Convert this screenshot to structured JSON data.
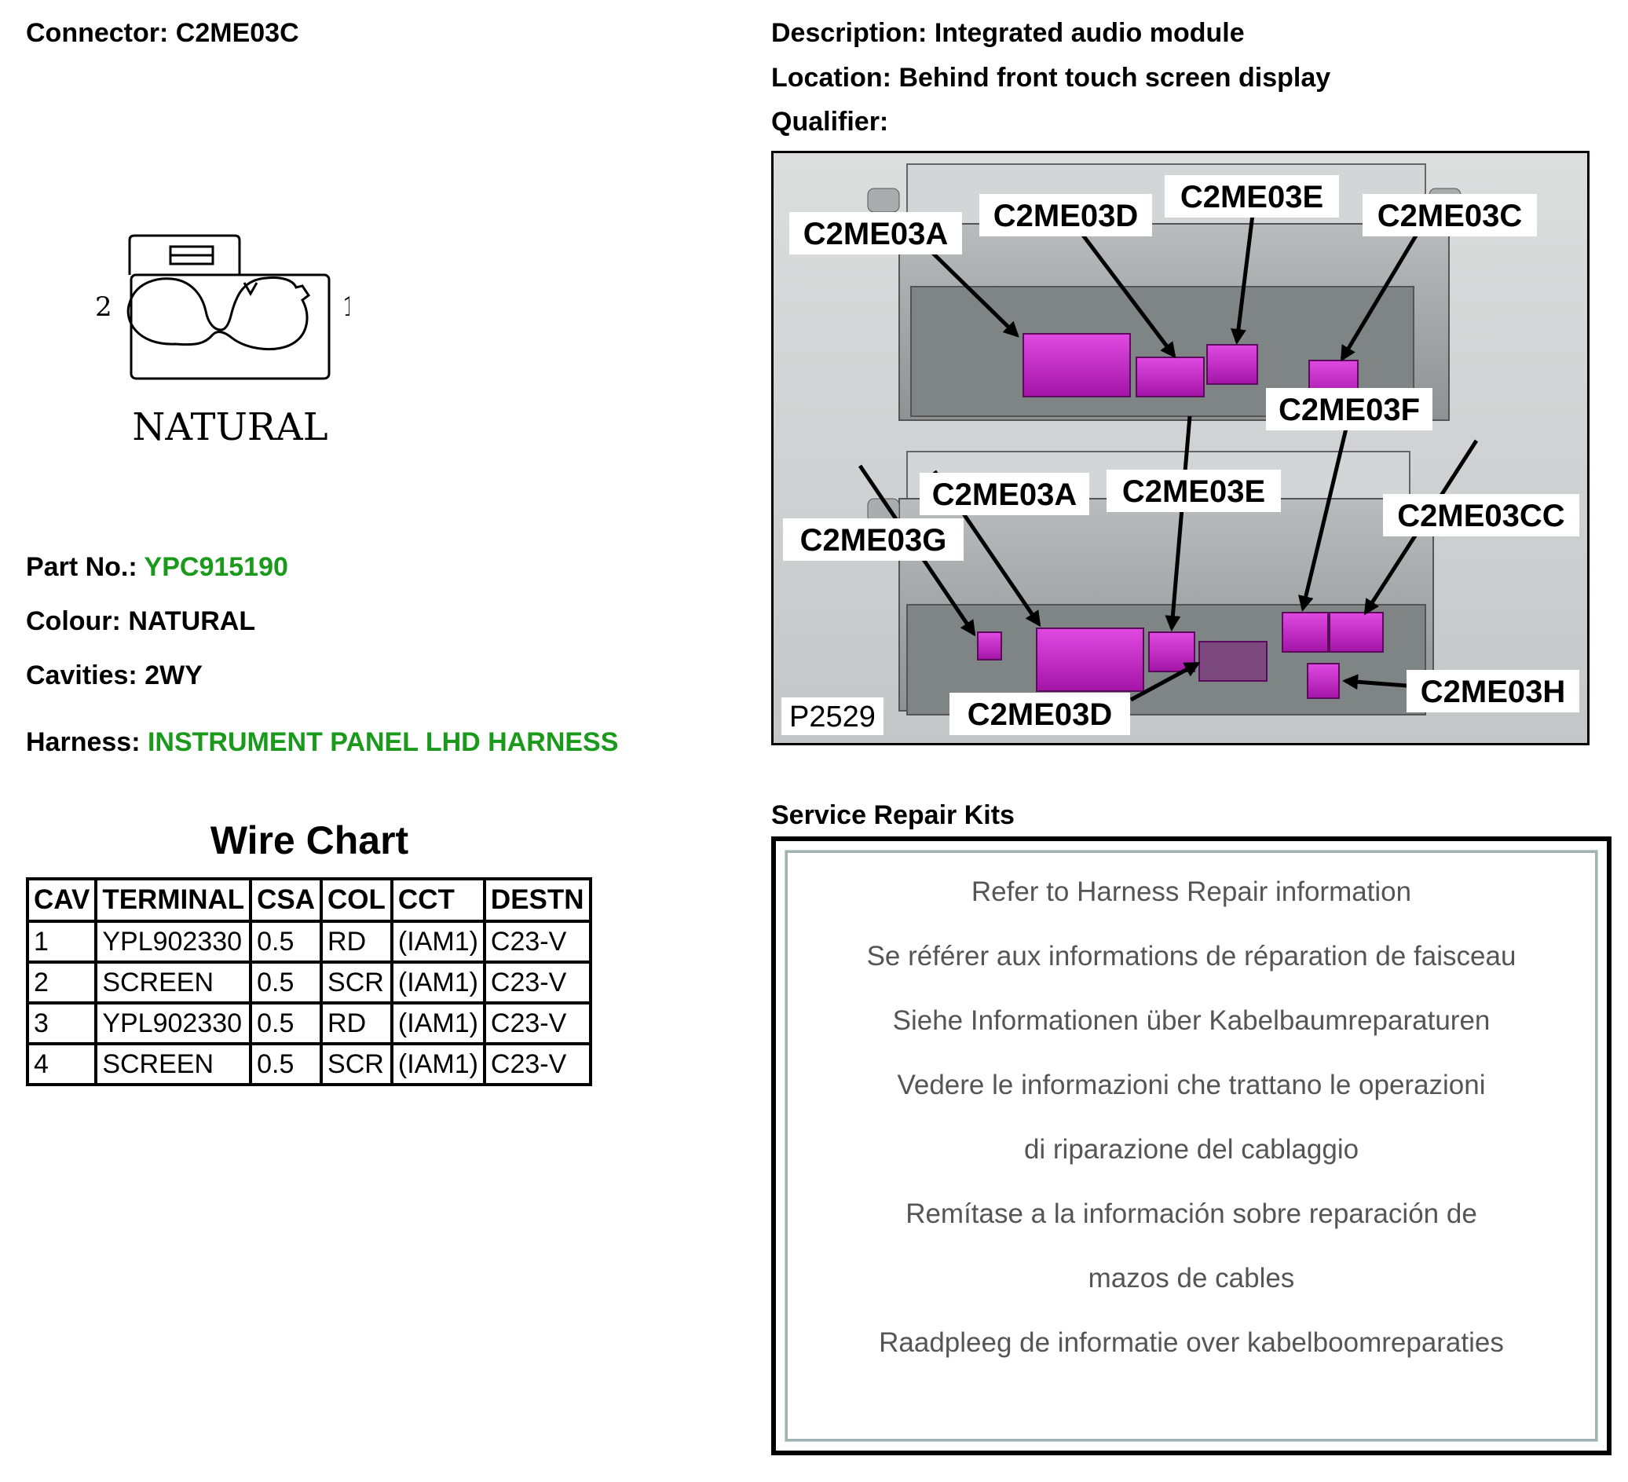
{
  "connector": {
    "label": "Connector:",
    "value": "C2ME03C"
  },
  "description": {
    "label": "Description:",
    "value": "Integrated audio module"
  },
  "location": {
    "label": "Location:",
    "value": "Behind front touch screen display"
  },
  "qualifier": {
    "label": "Qualifier:",
    "value": ""
  },
  "connector_diagram": {
    "pin_left": "2",
    "pin_right": "1",
    "colour_label": "NATURAL"
  },
  "part_no": {
    "label": "Part No.:",
    "value": "YPC915190"
  },
  "colour": {
    "label": "Colour:",
    "value": "NATURAL"
  },
  "cavities": {
    "label": "Cavities:",
    "value": "2WY"
  },
  "harness": {
    "label": "Harness:",
    "value": "INSTRUMENT PANEL LHD HARNESS"
  },
  "colors": {
    "link_green": "#1a9a1a",
    "connector_highlight": "#c21ec4"
  },
  "wire_chart": {
    "title": "Wire Chart",
    "headers": [
      "CAV",
      "TERMINAL",
      "CSA",
      "COL",
      "CCT",
      "DESTN"
    ],
    "rows": [
      [
        "1",
        "YPL902330",
        "0.5",
        "RD",
        "(IAM1)",
        "C23-V"
      ],
      [
        "2",
        "SCREEN",
        "0.5",
        "SCR",
        "(IAM1)",
        "C23-V"
      ],
      [
        "3",
        "YPL902330",
        "0.5",
        "RD",
        "(IAM1)",
        "C23-V"
      ],
      [
        "4",
        "SCREEN",
        "0.5",
        "SCR",
        "(IAM1)",
        "C23-V"
      ]
    ]
  },
  "photo": {
    "labels": [
      "C2ME03A",
      "C2ME03D",
      "C2ME03E",
      "C2ME03C",
      "C2ME03F",
      "C2ME03A",
      "C2ME03E",
      "C2ME03CC",
      "C2ME03G",
      "C2ME03H",
      "C2ME03D"
    ],
    "ref": "P2529"
  },
  "service_repair_kits": {
    "title": "Service Repair Kits",
    "lines": [
      "Refer to Harness Repair information",
      "Se référer aux informations de réparation de faisceau",
      "Siehe Informationen über Kabelbaumreparaturen",
      "Vedere le informazioni che trattano le operazioni",
      "di riparazione del cablaggio",
      "Remítase a la información sobre reparación de",
      "mazos de cables",
      "Raadpleeg de informatie over kabelboomreparaties"
    ]
  }
}
